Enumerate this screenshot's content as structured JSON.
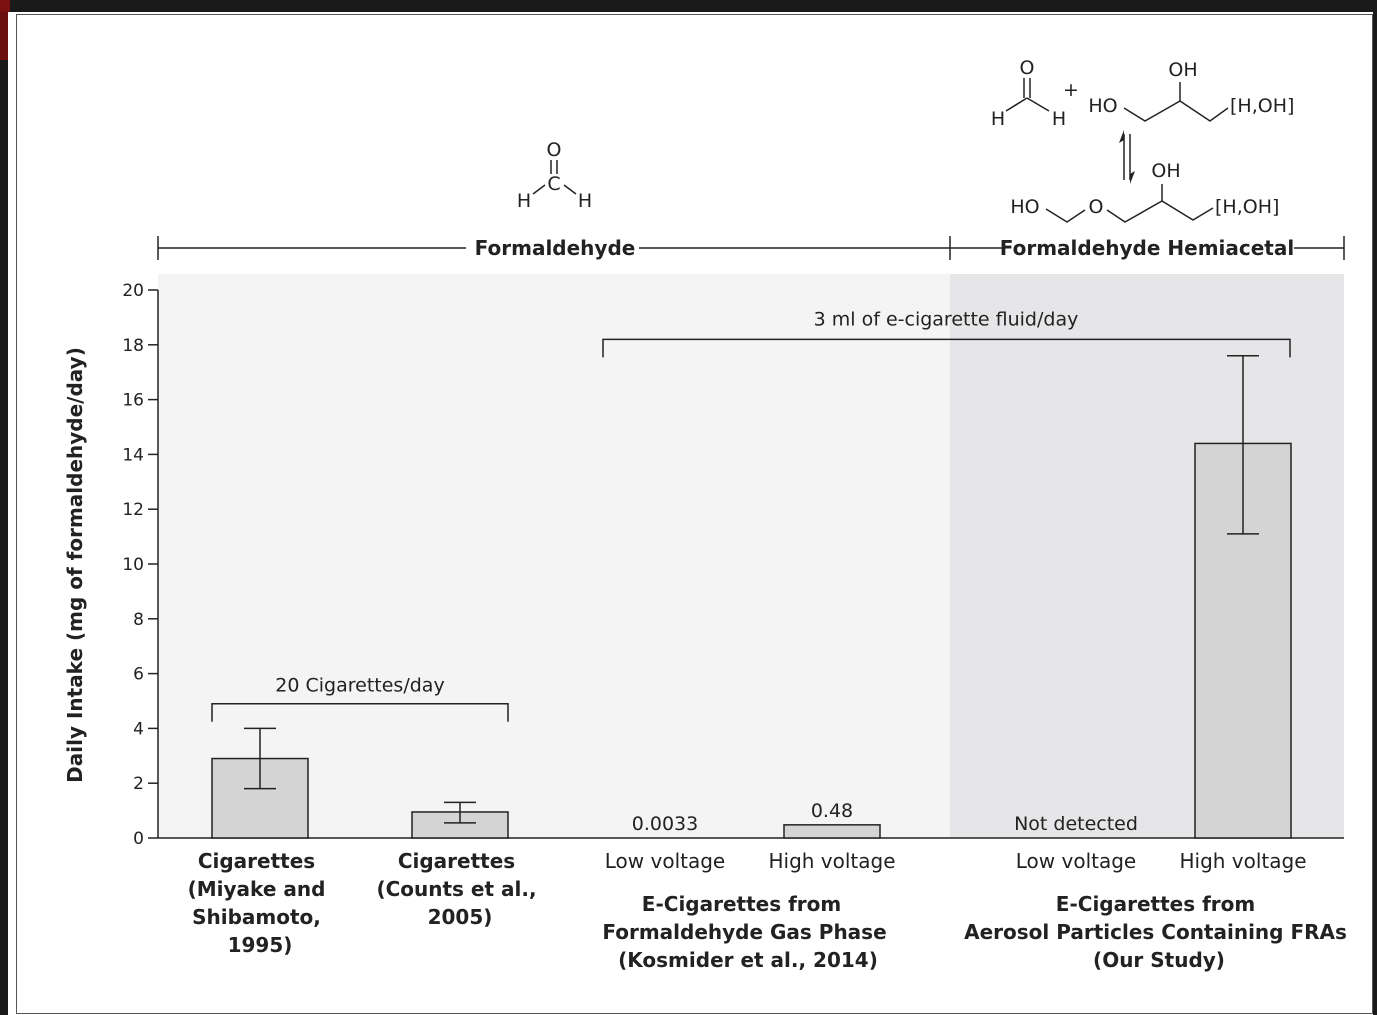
{
  "colors": {
    "bar_fill": "#d4d4d4",
    "bar_stroke": "#222222",
    "plot_bg_left": "#f4f4f4",
    "plot_bg_right": "#e6e6e8",
    "border_dark": "#1a1a1a",
    "accent_red": "#7a1010"
  },
  "chart_data": {
    "type": "bar",
    "ylabel": "Daily Intake (mg of formaldehyde/day)",
    "ylim": [
      0,
      20
    ],
    "yticks": [
      "0",
      "2",
      "4",
      "6",
      "8",
      "10",
      "12",
      "14",
      "16",
      "18",
      "20"
    ],
    "bars": [
      {
        "value": 2.9,
        "err_low": 1.8,
        "err_high": 4.0,
        "label": "",
        "label_lines": [
          "Cigarettes",
          "(Miyake and",
          "Shibamoto,",
          "1995)"
        ]
      },
      {
        "value": 0.95,
        "err_low": 0.55,
        "err_high": 1.3,
        "label": "",
        "label_lines": [
          "Cigarettes",
          "(Counts et al.,",
          "2005)"
        ]
      },
      {
        "value": 0.0033,
        "label": "0.0033",
        "label_lines": [
          "Low voltage"
        ]
      },
      {
        "value": 0.48,
        "label": "0.48",
        "label_lines": [
          "High voltage"
        ]
      },
      {
        "value": 0,
        "label": "Not detected",
        "label_lines": [
          "Low voltage"
        ]
      },
      {
        "value": 14.4,
        "err_low": 11.1,
        "err_high": 17.6,
        "label": "",
        "label_lines": [
          "High voltage"
        ]
      }
    ],
    "group_labels": [
      [
        "E-Cigarettes from",
        "Formaldehyde Gas Phase",
        "(Kosmider et al., 2014)"
      ],
      [
        "E-Cigarettes from",
        "Aerosol Particles Containing FRAs",
        "(Our Study)"
      ]
    ],
    "brackets": [
      {
        "text": "20 Cigarettes/day",
        "level": 4.9
      },
      {
        "text": "3 ml of e-cigarette fluid/day",
        "level": 18.2
      }
    ],
    "sections": [
      {
        "title": "Formaldehyde"
      },
      {
        "title": "Formaldehyde Hemiacetal"
      }
    ]
  },
  "chemistry": {
    "formaldehyde": {
      "o": "O",
      "c": "C",
      "h": "H"
    },
    "hemiacetal_top": {
      "o": "O",
      "h": "H",
      "plus": "+",
      "ho": "HO",
      "oh": "OH",
      "rgroup": "[H,OH]"
    },
    "hemiacetal_bottom": {
      "ho": "HO",
      "o": "O",
      "oh": "OH",
      "rgroup": "[H,OH]"
    }
  }
}
